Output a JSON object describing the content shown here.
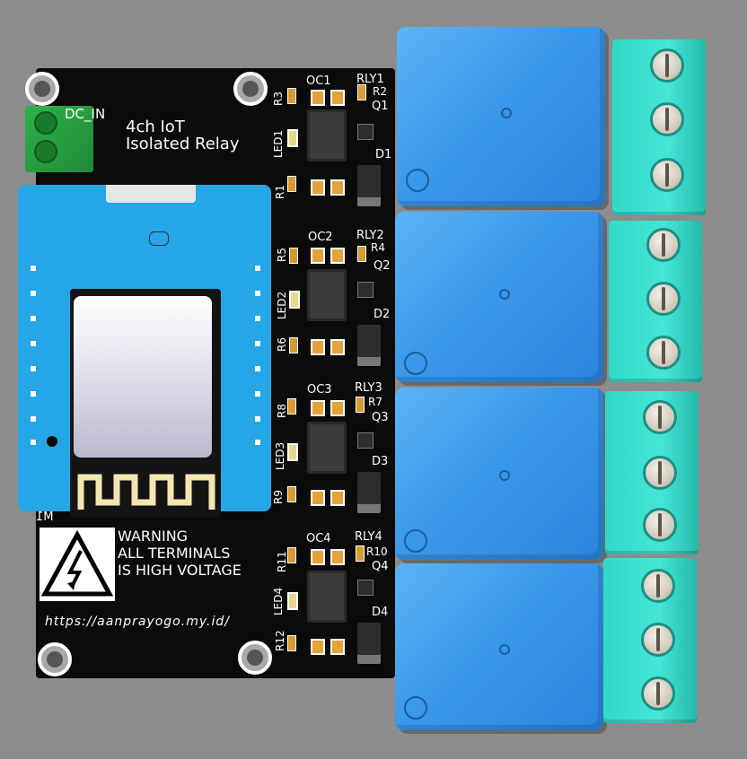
{
  "board": {
    "title_line1": "4ch IoT",
    "title_line2": "Isolated Relay",
    "dc_label": "DC_IN",
    "module_label": "M1",
    "warning_line1": "WARNING",
    "warning_line2": "ALL TERMINALS",
    "warning_line3": "IS HIGH VOLTAGE",
    "url": "https://aanprayogo.my.id/"
  },
  "channels": [
    {
      "oc": "OC1",
      "rly": "RLY1",
      "r_top": "R3",
      "r_side": "R2",
      "q": "Q1",
      "led": "LED1",
      "r_bot": "R1",
      "d": "D1"
    },
    {
      "oc": "OC2",
      "rly": "RLY2",
      "r_top": "R5",
      "r_side": "R4",
      "q": "Q2",
      "led": "LED2",
      "r_bot": "R6",
      "d": "D2"
    },
    {
      "oc": "OC3",
      "rly": "RLY3",
      "r_top": "R8",
      "r_side": "R7",
      "q": "Q3",
      "led": "LED3",
      "r_bot": "R9",
      "d": "D3"
    },
    {
      "oc": "OC4",
      "rly": "RLY4",
      "r_top": "R11",
      "r_side": "R10",
      "q": "Q4",
      "led": "LED4",
      "r_bot": "R12",
      "d": "D4"
    }
  ],
  "colors": {
    "background": "#8c8c8c",
    "pcb": "#0b0b0b",
    "relay": "#3a98ea",
    "terminal": "#46e6d6",
    "esp_module": "#25a6e6",
    "dc_terminal": "#2fb14a"
  }
}
